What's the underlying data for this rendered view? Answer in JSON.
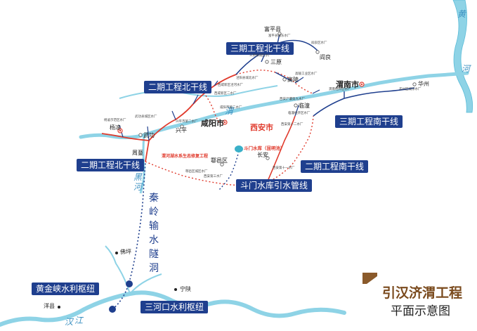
{
  "colors": {
    "river": "#8ed3e6",
    "river_edge": "#5bbcd8",
    "trunk_red": "#e03a2c",
    "blue_line": "#1f3f8e",
    "callout_bg": "#1f3f8e",
    "xian_red": "#e03a2c"
  },
  "title": {
    "line1": "引汉济渭工程",
    "line2": "平面示意图"
  },
  "callouts": [
    {
      "id": "p3-north",
      "text": "三期工程北干线"
    },
    {
      "id": "p2-north-upper",
      "text": "二期工程北干线"
    },
    {
      "id": "p3-south",
      "text": "三期工程南干线"
    },
    {
      "id": "p2-north-lower",
      "text": "二期工程北干线"
    },
    {
      "id": "p2-south",
      "text": "二期工程南干线"
    },
    {
      "id": "doumen-pipe",
      "text": "斗门水库引水管线"
    },
    {
      "id": "huangjinxia",
      "text": "黄金峡水利枢纽"
    },
    {
      "id": "sanhekou",
      "text": "三河口水利枢纽"
    }
  ],
  "cities": [
    {
      "id": "fuping",
      "text": "富平县",
      "cls": "small-city"
    },
    {
      "id": "yanliang",
      "text": "阎良",
      "cls": "small-city"
    },
    {
      "id": "sanyuan",
      "text": "三原",
      "cls": "small-city"
    },
    {
      "id": "gaoling",
      "text": "高陵",
      "cls": "small-city"
    },
    {
      "id": "weinan",
      "text": "渭南市",
      "cls": "big-city"
    },
    {
      "id": "huazhou",
      "text": "华州",
      "cls": "small-city"
    },
    {
      "id": "yangling",
      "text": "杨凌",
      "cls": "small-city"
    },
    {
      "id": "wugong",
      "text": "武功",
      "cls": "small-city"
    },
    {
      "id": "xingping",
      "text": "兴平",
      "cls": "small-city"
    },
    {
      "id": "xianyang",
      "text": "咸阳市",
      "cls": "big-city"
    },
    {
      "id": "lintong",
      "text": "临潼",
      "cls": "small-city"
    },
    {
      "id": "xian",
      "text": "西安市",
      "cls": "big-city"
    },
    {
      "id": "zhouzhi",
      "text": "周至",
      "cls": "small-city"
    },
    {
      "id": "huyi",
      "text": "鄠邑区",
      "cls": "small-city"
    },
    {
      "id": "changan",
      "text": "长安",
      "cls": "small-city"
    },
    {
      "id": "foping",
      "text": "佛坪",
      "cls": "small-city"
    },
    {
      "id": "ningshan",
      "text": "宁陕",
      "cls": "small-city"
    },
    {
      "id": "yangxian",
      "text": "洋县",
      "cls": "small-city"
    }
  ],
  "special_labels": {
    "doumen": "斗门水库（昆明池）",
    "ecology": "渭河湖水系生态修复工程",
    "tunnel": [
      "秦",
      "岭",
      "输",
      "水",
      "隧",
      "洞"
    ]
  },
  "rivers": {
    "huang": [
      "黄",
      "河"
    ],
    "wei": "渭",
    "heihe": [
      "黑",
      "河"
    ],
    "han": [
      "汉",
      "江"
    ]
  },
  "plant_labels": [
    "富平县城东水厂",
    "阎良区水厂",
    "三原县城区水厂",
    "高陵工业区水厂",
    "泾阳县城北水厂",
    "西咸新区泾河水厂",
    "西咸新区二水厂",
    "渭南经开区水厂",
    "华州区城东水厂",
    "杨凌示范区水厂",
    "武功县城区水厂",
    "兴平市第二水厂",
    "咸阳市第二水厂",
    "西安浐灞第九水厂",
    "临潼经开区水厂",
    "西安第十二水厂",
    "西安第十一水厂",
    "鄠邑区城区水厂",
    "西安第三水厂"
  ]
}
